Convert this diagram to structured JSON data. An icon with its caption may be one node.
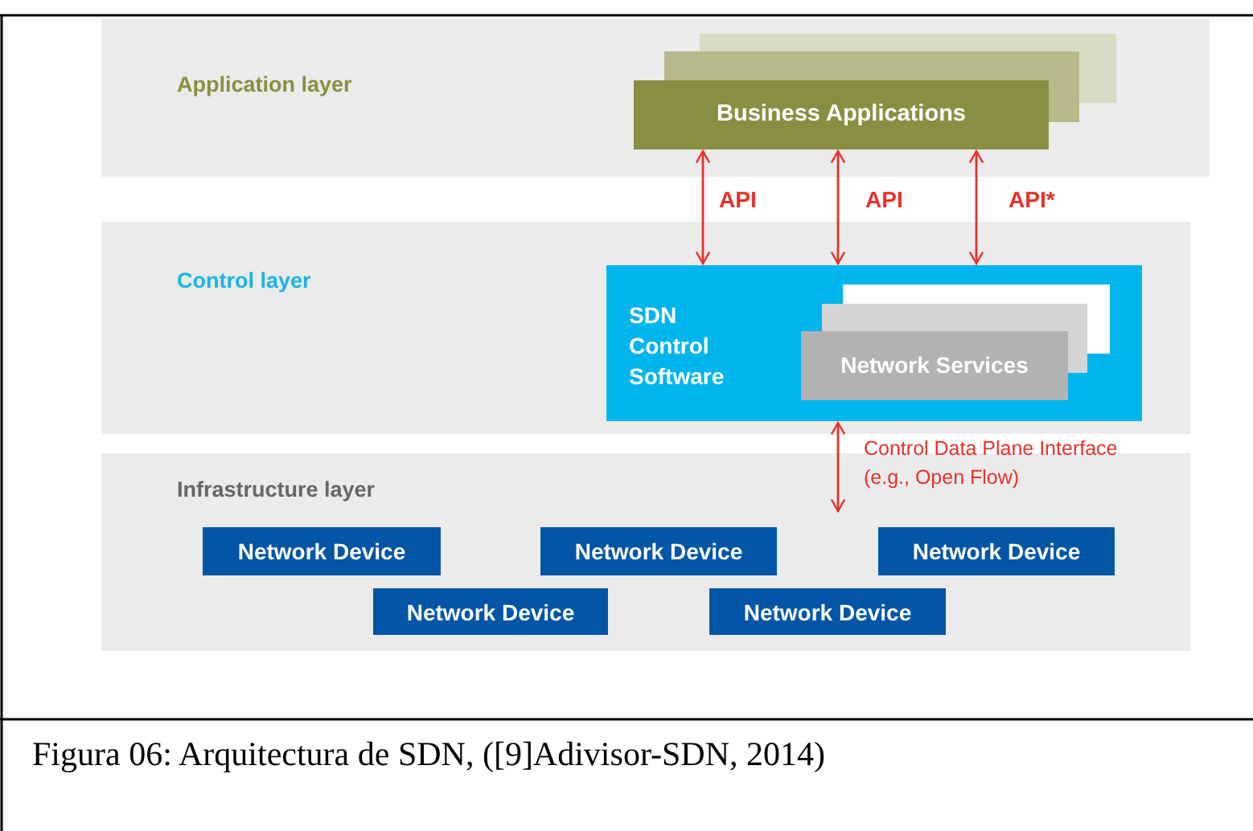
{
  "diagram": {
    "caption": "Figura 06: Arquitectura de SDN, ([9]Adivisor-SDN, 2014)",
    "nodes": [
      {
        "text": [
          "Application layer"
        ]
      },
      {
        "text": [
          "Business Applications"
        ],
        "in": 0
      },
      {
        "text": [
          "Control layer"
        ]
      },
      {
        "text": [
          "SDN Control Software"
        ],
        "in": 2
      },
      {
        "text": [
          "Network Services"
        ],
        "in": 3
      },
      {
        "text": [
          "Infrastructure layer"
        ]
      },
      {
        "text": [
          "Network Device"
        ],
        "in": 5
      },
      {
        "text": [
          "Network Device"
        ],
        "in": 5
      },
      {
        "text": [
          "Network Device"
        ],
        "in": 5
      },
      {
        "text": [
          "Network Device"
        ],
        "in": 5
      },
      {
        "text": [
          "Network Device"
        ],
        "in": 5
      }
    ],
    "edges": [
      {
        "from": 1,
        "to": 3,
        "arrow": "both",
        "label": "API"
      },
      {
        "from": 1,
        "to": 3,
        "arrow": "both",
        "label": "API"
      },
      {
        "from": 1,
        "to": 3,
        "arrow": "both",
        "label": "API*"
      },
      {
        "from": 3,
        "to": null,
        "arrow": "both",
        "label": "Control Data Plane Interface (e.g., Open Flow)"
      }
    ]
  }
}
